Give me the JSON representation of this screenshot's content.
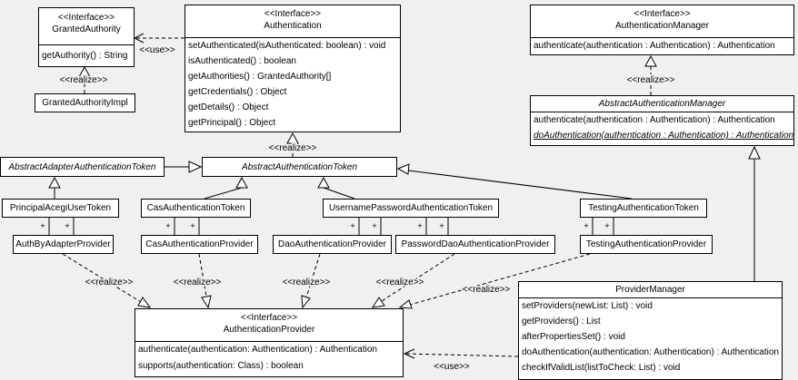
{
  "labels": {
    "realize": "<<realize>>",
    "use": "<<use>>",
    "plus": "+"
  },
  "classes": {
    "granted_authority": {
      "stereotype": "<<Interface>>",
      "name": "GrantedAuthority",
      "methods": [
        "getAuthority() : String"
      ]
    },
    "granted_authority_impl": {
      "name": "GrantedAuthorityImpl"
    },
    "authentication": {
      "stereotype": "<<Interface>>",
      "name": "Authentication",
      "methods": [
        "setAuthenticated(isAuthenticated: boolean) : void",
        "isAuthenticated() : boolean",
        "getAuthorities() : GrantedAuthority[]",
        "getCredentials() : Object",
        "getDetails() : Object",
        "getPrincipal() : Object"
      ]
    },
    "authentication_manager": {
      "stereotype": "<<Interface>>",
      "name": "AuthenticationManager",
      "methods": [
        "authenticate(authentication : Authentication) : Authentication"
      ]
    },
    "abstract_authentication_manager": {
      "name": "AbstractAuthenticationManager",
      "methods": [
        "authenticate(authentication : Authentication) : Authentication",
        "doAuthentication(authentication : Authentication) : Authentication"
      ]
    },
    "abstract_adapter_authentication_token": {
      "name": "AbstractAdapterAuthenticationToken"
    },
    "abstract_authentication_token": {
      "name": "AbstractAuthenticationToken"
    },
    "principal_acegi_user_token": {
      "name": "PrincipalAcegiUserToken"
    },
    "cas_authentication_token": {
      "name": "CasAuthenticationToken"
    },
    "username_password_authentication_token": {
      "name": "UsernamePasswordAuthenticationToken"
    },
    "testing_authentication_token": {
      "name": "TestingAuthenticationToken"
    },
    "auth_by_adapter_provider": {
      "name": "AuthByAdapterProvider"
    },
    "cas_authentication_provider": {
      "name": "CasAuthenticationProvider"
    },
    "dao_authentication_provider": {
      "name": "DaoAuthenticationProvider"
    },
    "password_dao_authentication_provider": {
      "name": "PasswordDaoAuthenticationProvider"
    },
    "testing_authentication_provider": {
      "name": "TestingAuthenticationProvider"
    },
    "authentication_provider": {
      "stereotype": "<<Interface>>",
      "name": "AuthenticationProvider",
      "methods": [
        "authenticate(authentication: Authentication) : Authentication",
        "supports(authentication: Class) : boolean"
      ]
    },
    "provider_manager": {
      "name": "ProviderManager",
      "methods": [
        "setProviders(newList: List) : void",
        "getProviders() : List",
        "afterPropertiesSet() : void",
        "doAuthentication(authentication: Authentication) : Authentication",
        "checkIfValidList(listToCheck: List) : void"
      ]
    }
  }
}
